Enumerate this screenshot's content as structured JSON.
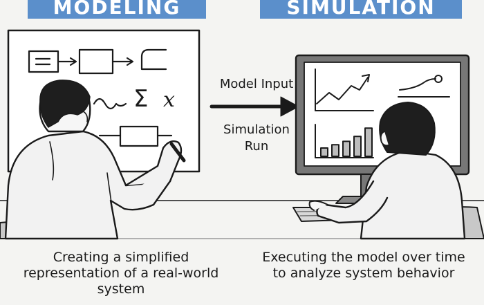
{
  "modeling": {
    "title": "MODELING",
    "caption_lines": [
      "Creating a simplified",
      "representation of a real-world",
      "system"
    ],
    "whiteboard": {
      "sum_symbol": "Σ",
      "variable": "x"
    }
  },
  "center": {
    "input_label": "Model Input",
    "run_label_lines": [
      "Simulation",
      "Run"
    ]
  },
  "simulation": {
    "title": "SIMULATION",
    "caption_lines": [
      "Executing the model over time",
      "to analyze system behavior"
    ],
    "monitor_bars": [
      0.25,
      0.35,
      0.45,
      0.6,
      0.85
    ]
  },
  "colors": {
    "banner": "#5b8fcb",
    "line": "#1a1a1a",
    "shirt": "#f2f2f2",
    "hair": "#1e1e1e"
  }
}
